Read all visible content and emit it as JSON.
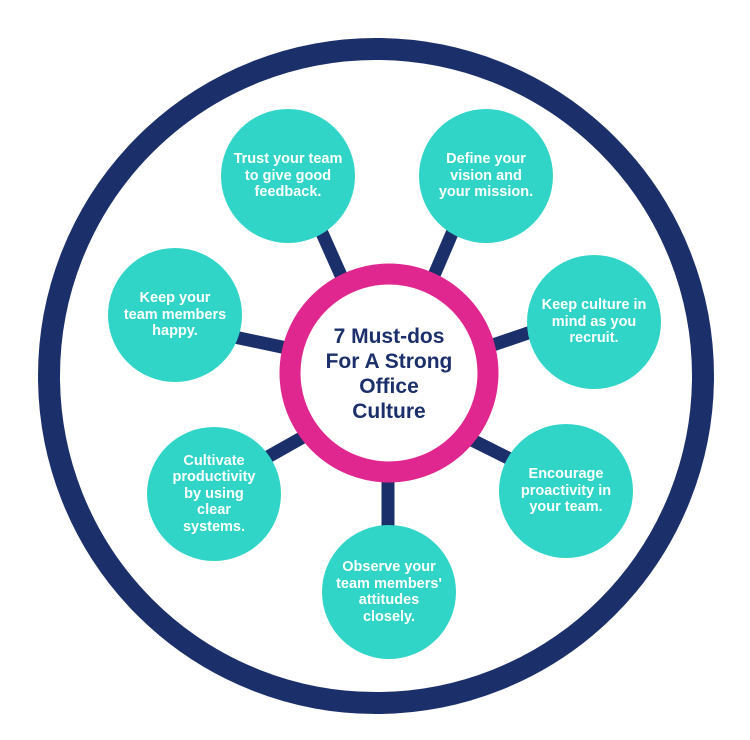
{
  "diagram": {
    "title": "7 Must-dos\nFor A Strong\nOffice\nCulture",
    "colors": {
      "outer_ring": "#1b2f6b",
      "center_ring": "#e0268f",
      "node_fill": "#30d5c8",
      "connector": "#1b2f6b",
      "node_text": "#ffffff",
      "title_text": "#1b2f6b"
    },
    "items": [
      {
        "id": "trust-feedback",
        "label": "Trust your team\nto give good\nfeedback."
      },
      {
        "id": "define-vision",
        "label": "Define your\nvision and\nyour mission."
      },
      {
        "id": "keep-culture-recruit",
        "label": "Keep culture in\nmind as you\nrecruit."
      },
      {
        "id": "encourage-proactivity",
        "label": "Encourage\nproactivity in\nyour team."
      },
      {
        "id": "observe-attitudes",
        "label": "Observe your\nteam members'\nattitudes\nclosely."
      },
      {
        "id": "cultivate-productivity",
        "label": "Cultivate\nproductivity\nby using\nclear\nsystems."
      },
      {
        "id": "keep-happy",
        "label": "Keep your\nteam members\nhappy."
      }
    ]
  }
}
